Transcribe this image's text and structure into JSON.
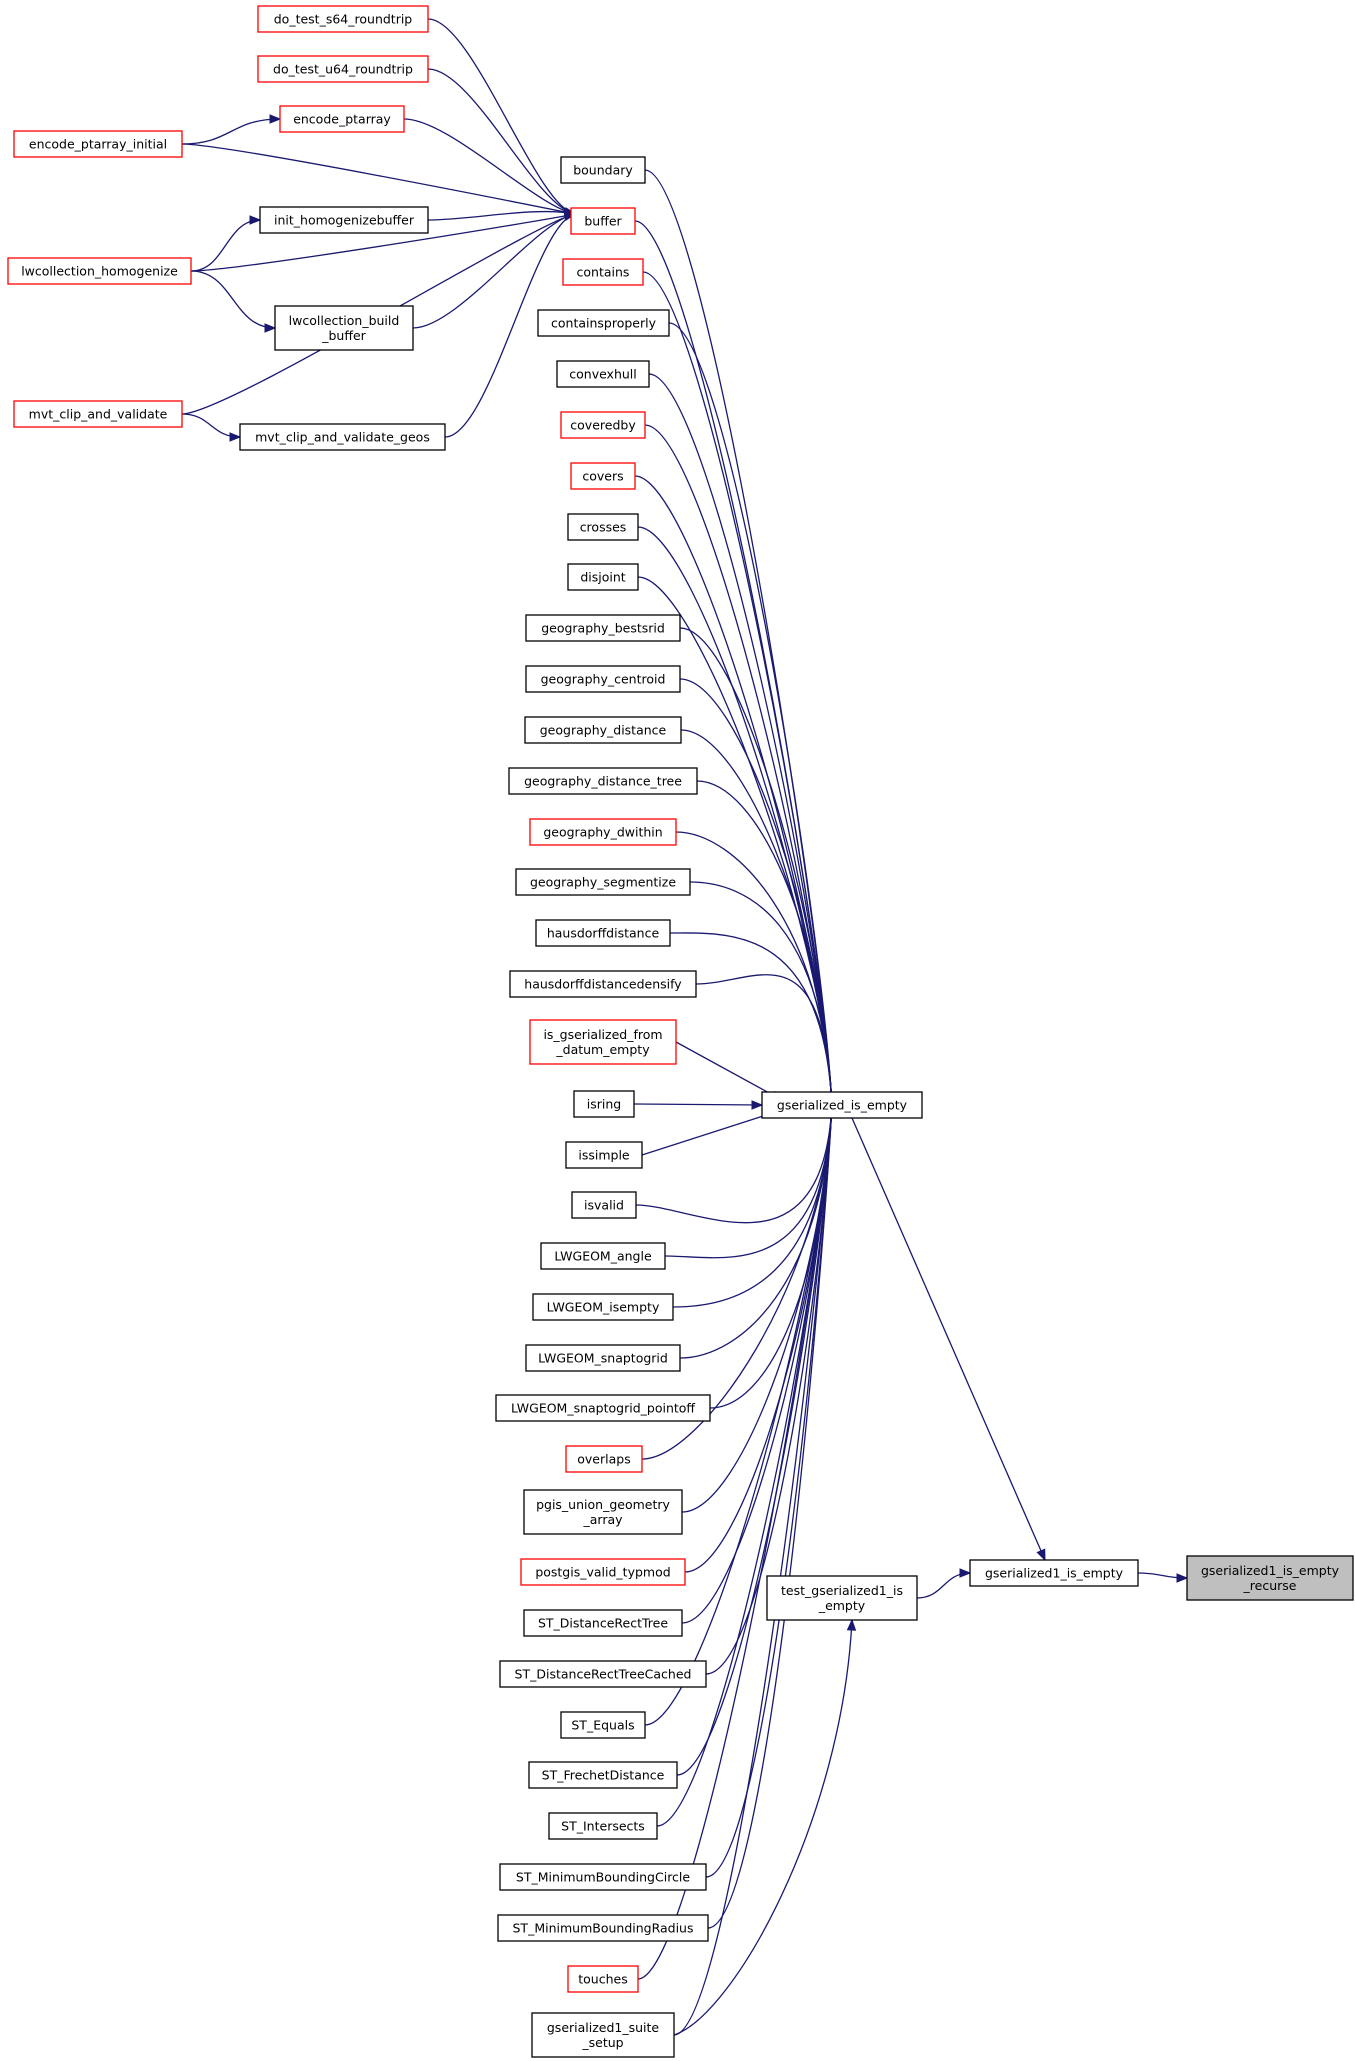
{
  "colors": {
    "edge": "#191970",
    "node_border_default": "#000000",
    "node_border_truncated": "#ff0000",
    "node_fill": "#ffffff",
    "focus_fill": "#bfbfbf"
  },
  "nodes": [
    {
      "id": "do_test_s64_roundtrip",
      "lines": [
        "do_test_s64_roundtrip"
      ],
      "border": "red"
    },
    {
      "id": "do_test_u64_roundtrip",
      "lines": [
        "do_test_u64_roundtrip"
      ],
      "border": "red"
    },
    {
      "id": "encode_ptarray",
      "lines": [
        "encode_ptarray"
      ],
      "border": "red"
    },
    {
      "id": "encode_ptarray_initial",
      "lines": [
        "encode_ptarray_initial"
      ],
      "border": "red"
    },
    {
      "id": "init_homogenizebuffer",
      "lines": [
        "init_homogenizebuffer"
      ],
      "border": "black"
    },
    {
      "id": "lwcollection_homogenize",
      "lines": [
        "lwcollection_homogenize"
      ],
      "border": "red"
    },
    {
      "id": "lwcollection_build_buffer",
      "lines": [
        "lwcollection_build",
        "_buffer"
      ],
      "border": "black"
    },
    {
      "id": "mvt_clip_and_validate",
      "lines": [
        "mvt_clip_and_validate"
      ],
      "border": "red"
    },
    {
      "id": "mvt_clip_and_validate_geos",
      "lines": [
        "mvt_clip_and_validate_geos"
      ],
      "border": "black"
    },
    {
      "id": "boundary",
      "lines": [
        "boundary"
      ],
      "border": "black"
    },
    {
      "id": "buffer",
      "lines": [
        "buffer"
      ],
      "border": "red"
    },
    {
      "id": "contains",
      "lines": [
        "contains"
      ],
      "border": "red"
    },
    {
      "id": "containsproperly",
      "lines": [
        "containsproperly"
      ],
      "border": "black"
    },
    {
      "id": "convexhull",
      "lines": [
        "convexhull"
      ],
      "border": "black"
    },
    {
      "id": "coveredby",
      "lines": [
        "coveredby"
      ],
      "border": "red"
    },
    {
      "id": "covers",
      "lines": [
        "covers"
      ],
      "border": "red"
    },
    {
      "id": "crosses",
      "lines": [
        "crosses"
      ],
      "border": "black"
    },
    {
      "id": "disjoint",
      "lines": [
        "disjoint"
      ],
      "border": "black"
    },
    {
      "id": "geography_bestsrid",
      "lines": [
        "geography_bestsrid"
      ],
      "border": "black"
    },
    {
      "id": "geography_centroid",
      "lines": [
        "geography_centroid"
      ],
      "border": "black"
    },
    {
      "id": "geography_distance",
      "lines": [
        "geography_distance"
      ],
      "border": "black"
    },
    {
      "id": "geography_distance_tree",
      "lines": [
        "geography_distance_tree"
      ],
      "border": "black"
    },
    {
      "id": "geography_dwithin",
      "lines": [
        "geography_dwithin"
      ],
      "border": "red"
    },
    {
      "id": "geography_segmentize",
      "lines": [
        "geography_segmentize"
      ],
      "border": "black"
    },
    {
      "id": "hausdorffdistance",
      "lines": [
        "hausdorffdistance"
      ],
      "border": "black"
    },
    {
      "id": "hausdorffdistancedensify",
      "lines": [
        "hausdorffdistancedensify"
      ],
      "border": "black"
    },
    {
      "id": "is_gserialized_from_datum_empty",
      "lines": [
        "is_gserialized_from",
        "_datum_empty"
      ],
      "border": "red"
    },
    {
      "id": "isring",
      "lines": [
        "isring"
      ],
      "border": "black"
    },
    {
      "id": "issimple",
      "lines": [
        "issimple"
      ],
      "border": "black"
    },
    {
      "id": "isvalid",
      "lines": [
        "isvalid"
      ],
      "border": "black"
    },
    {
      "id": "LWGEOM_angle",
      "lines": [
        "LWGEOM_angle"
      ],
      "border": "black"
    },
    {
      "id": "LWGEOM_isempty",
      "lines": [
        "LWGEOM_isempty"
      ],
      "border": "black"
    },
    {
      "id": "LWGEOM_snaptogrid",
      "lines": [
        "LWGEOM_snaptogrid"
      ],
      "border": "black"
    },
    {
      "id": "LWGEOM_snaptogrid_pointoff",
      "lines": [
        "LWGEOM_snaptogrid_pointoff"
      ],
      "border": "black"
    },
    {
      "id": "overlaps",
      "lines": [
        "overlaps"
      ],
      "border": "red"
    },
    {
      "id": "pgis_union_geometry_array",
      "lines": [
        "pgis_union_geometry",
        "_array"
      ],
      "border": "black"
    },
    {
      "id": "postgis_valid_typmod",
      "lines": [
        "postgis_valid_typmod"
      ],
      "border": "red"
    },
    {
      "id": "ST_DistanceRectTree",
      "lines": [
        "ST_DistanceRectTree"
      ],
      "border": "black"
    },
    {
      "id": "ST_DistanceRectTreeCached",
      "lines": [
        "ST_DistanceRectTreeCached"
      ],
      "border": "black"
    },
    {
      "id": "ST_Equals",
      "lines": [
        "ST_Equals"
      ],
      "border": "black"
    },
    {
      "id": "ST_FrechetDistance",
      "lines": [
        "ST_FrechetDistance"
      ],
      "border": "black"
    },
    {
      "id": "ST_Intersects",
      "lines": [
        "ST_Intersects"
      ],
      "border": "black"
    },
    {
      "id": "ST_MinimumBoundingCircle",
      "lines": [
        "ST_MinimumBoundingCircle"
      ],
      "border": "black"
    },
    {
      "id": "ST_MinimumBoundingRadius",
      "lines": [
        "ST_MinimumBoundingRadius"
      ],
      "border": "black"
    },
    {
      "id": "touches",
      "lines": [
        "touches"
      ],
      "border": "red"
    },
    {
      "id": "gserialized1_suite_setup",
      "lines": [
        "gserialized1_suite",
        "_setup"
      ],
      "border": "black"
    },
    {
      "id": "gserialized_is_empty",
      "lines": [
        "gserialized_is_empty"
      ],
      "border": "black"
    },
    {
      "id": "test_gserialized1_is_empty",
      "lines": [
        "test_gserialized1_is",
        "_empty"
      ],
      "border": "black"
    },
    {
      "id": "gserialized1_is_empty",
      "lines": [
        "gserialized1_is_empty"
      ],
      "border": "black"
    },
    {
      "id": "gserialized1_is_empty_recurse",
      "lines": [
        "gserialized1_is_empty",
        "_recurse"
      ],
      "border": "black",
      "focus": true
    }
  ],
  "edges": [
    {
      "from": "do_test_s64_roundtrip",
      "to": "buffer"
    },
    {
      "from": "do_test_u64_roundtrip",
      "to": "buffer"
    },
    {
      "from": "encode_ptarray",
      "to": "buffer"
    },
    {
      "from": "encode_ptarray_initial",
      "to": "encode_ptarray"
    },
    {
      "from": "encode_ptarray_initial",
      "to": "buffer"
    },
    {
      "from": "init_homogenizebuffer",
      "to": "buffer"
    },
    {
      "from": "lwcollection_homogenize",
      "to": "init_homogenizebuffer"
    },
    {
      "from": "lwcollection_homogenize",
      "to": "buffer"
    },
    {
      "from": "lwcollection_homogenize",
      "to": "lwcollection_build_buffer"
    },
    {
      "from": "lwcollection_build_buffer",
      "to": "buffer"
    },
    {
      "from": "mvt_clip_and_validate",
      "to": "buffer"
    },
    {
      "from": "mvt_clip_and_validate",
      "to": "mvt_clip_and_validate_geos"
    },
    {
      "from": "mvt_clip_and_validate_geos",
      "to": "buffer"
    },
    {
      "from": "boundary",
      "to": "gserialized_is_empty"
    },
    {
      "from": "buffer",
      "to": "gserialized_is_empty"
    },
    {
      "from": "contains",
      "to": "gserialized_is_empty"
    },
    {
      "from": "containsproperly",
      "to": "gserialized_is_empty"
    },
    {
      "from": "convexhull",
      "to": "gserialized_is_empty"
    },
    {
      "from": "coveredby",
      "to": "gserialized_is_empty"
    },
    {
      "from": "covers",
      "to": "gserialized_is_empty"
    },
    {
      "from": "crosses",
      "to": "gserialized_is_empty"
    },
    {
      "from": "disjoint",
      "to": "gserialized_is_empty"
    },
    {
      "from": "geography_bestsrid",
      "to": "gserialized_is_empty"
    },
    {
      "from": "geography_centroid",
      "to": "gserialized_is_empty"
    },
    {
      "from": "geography_distance",
      "to": "gserialized_is_empty"
    },
    {
      "from": "geography_distance_tree",
      "to": "gserialized_is_empty"
    },
    {
      "from": "geography_dwithin",
      "to": "gserialized_is_empty"
    },
    {
      "from": "geography_segmentize",
      "to": "gserialized_is_empty"
    },
    {
      "from": "hausdorffdistance",
      "to": "gserialized_is_empty"
    },
    {
      "from": "hausdorffdistancedensify",
      "to": "gserialized_is_empty"
    },
    {
      "from": "is_gserialized_from_datum_empty",
      "to": "gserialized_is_empty"
    },
    {
      "from": "isring",
      "to": "gserialized_is_empty"
    },
    {
      "from": "issimple",
      "to": "gserialized_is_empty"
    },
    {
      "from": "isvalid",
      "to": "gserialized_is_empty"
    },
    {
      "from": "LWGEOM_angle",
      "to": "gserialized_is_empty"
    },
    {
      "from": "LWGEOM_isempty",
      "to": "gserialized_is_empty"
    },
    {
      "from": "LWGEOM_snaptogrid",
      "to": "gserialized_is_empty"
    },
    {
      "from": "LWGEOM_snaptogrid_pointoff",
      "to": "gserialized_is_empty"
    },
    {
      "from": "overlaps",
      "to": "gserialized_is_empty"
    },
    {
      "from": "pgis_union_geometry_array",
      "to": "gserialized_is_empty"
    },
    {
      "from": "postgis_valid_typmod",
      "to": "gserialized_is_empty"
    },
    {
      "from": "ST_DistanceRectTree",
      "to": "gserialized_is_empty"
    },
    {
      "from": "ST_DistanceRectTreeCached",
      "to": "gserialized_is_empty"
    },
    {
      "from": "ST_Equals",
      "to": "gserialized_is_empty"
    },
    {
      "from": "ST_FrechetDistance",
      "to": "gserialized_is_empty"
    },
    {
      "from": "ST_Intersects",
      "to": "gserialized_is_empty"
    },
    {
      "from": "ST_MinimumBoundingCircle",
      "to": "gserialized_is_empty"
    },
    {
      "from": "ST_MinimumBoundingRadius",
      "to": "gserialized_is_empty"
    },
    {
      "from": "touches",
      "to": "gserialized_is_empty"
    },
    {
      "from": "gserialized1_suite_setup",
      "to": "gserialized_is_empty"
    },
    {
      "from": "gserialized_is_empty",
      "to": "gserialized1_is_empty"
    },
    {
      "from": "gserialized1_suite_setup",
      "to": "test_gserialized1_is_empty"
    },
    {
      "from": "test_gserialized1_is_empty",
      "to": "gserialized1_is_empty"
    },
    {
      "from": "gserialized1_is_empty",
      "to": "gserialized1_is_empty_recurse"
    }
  ]
}
